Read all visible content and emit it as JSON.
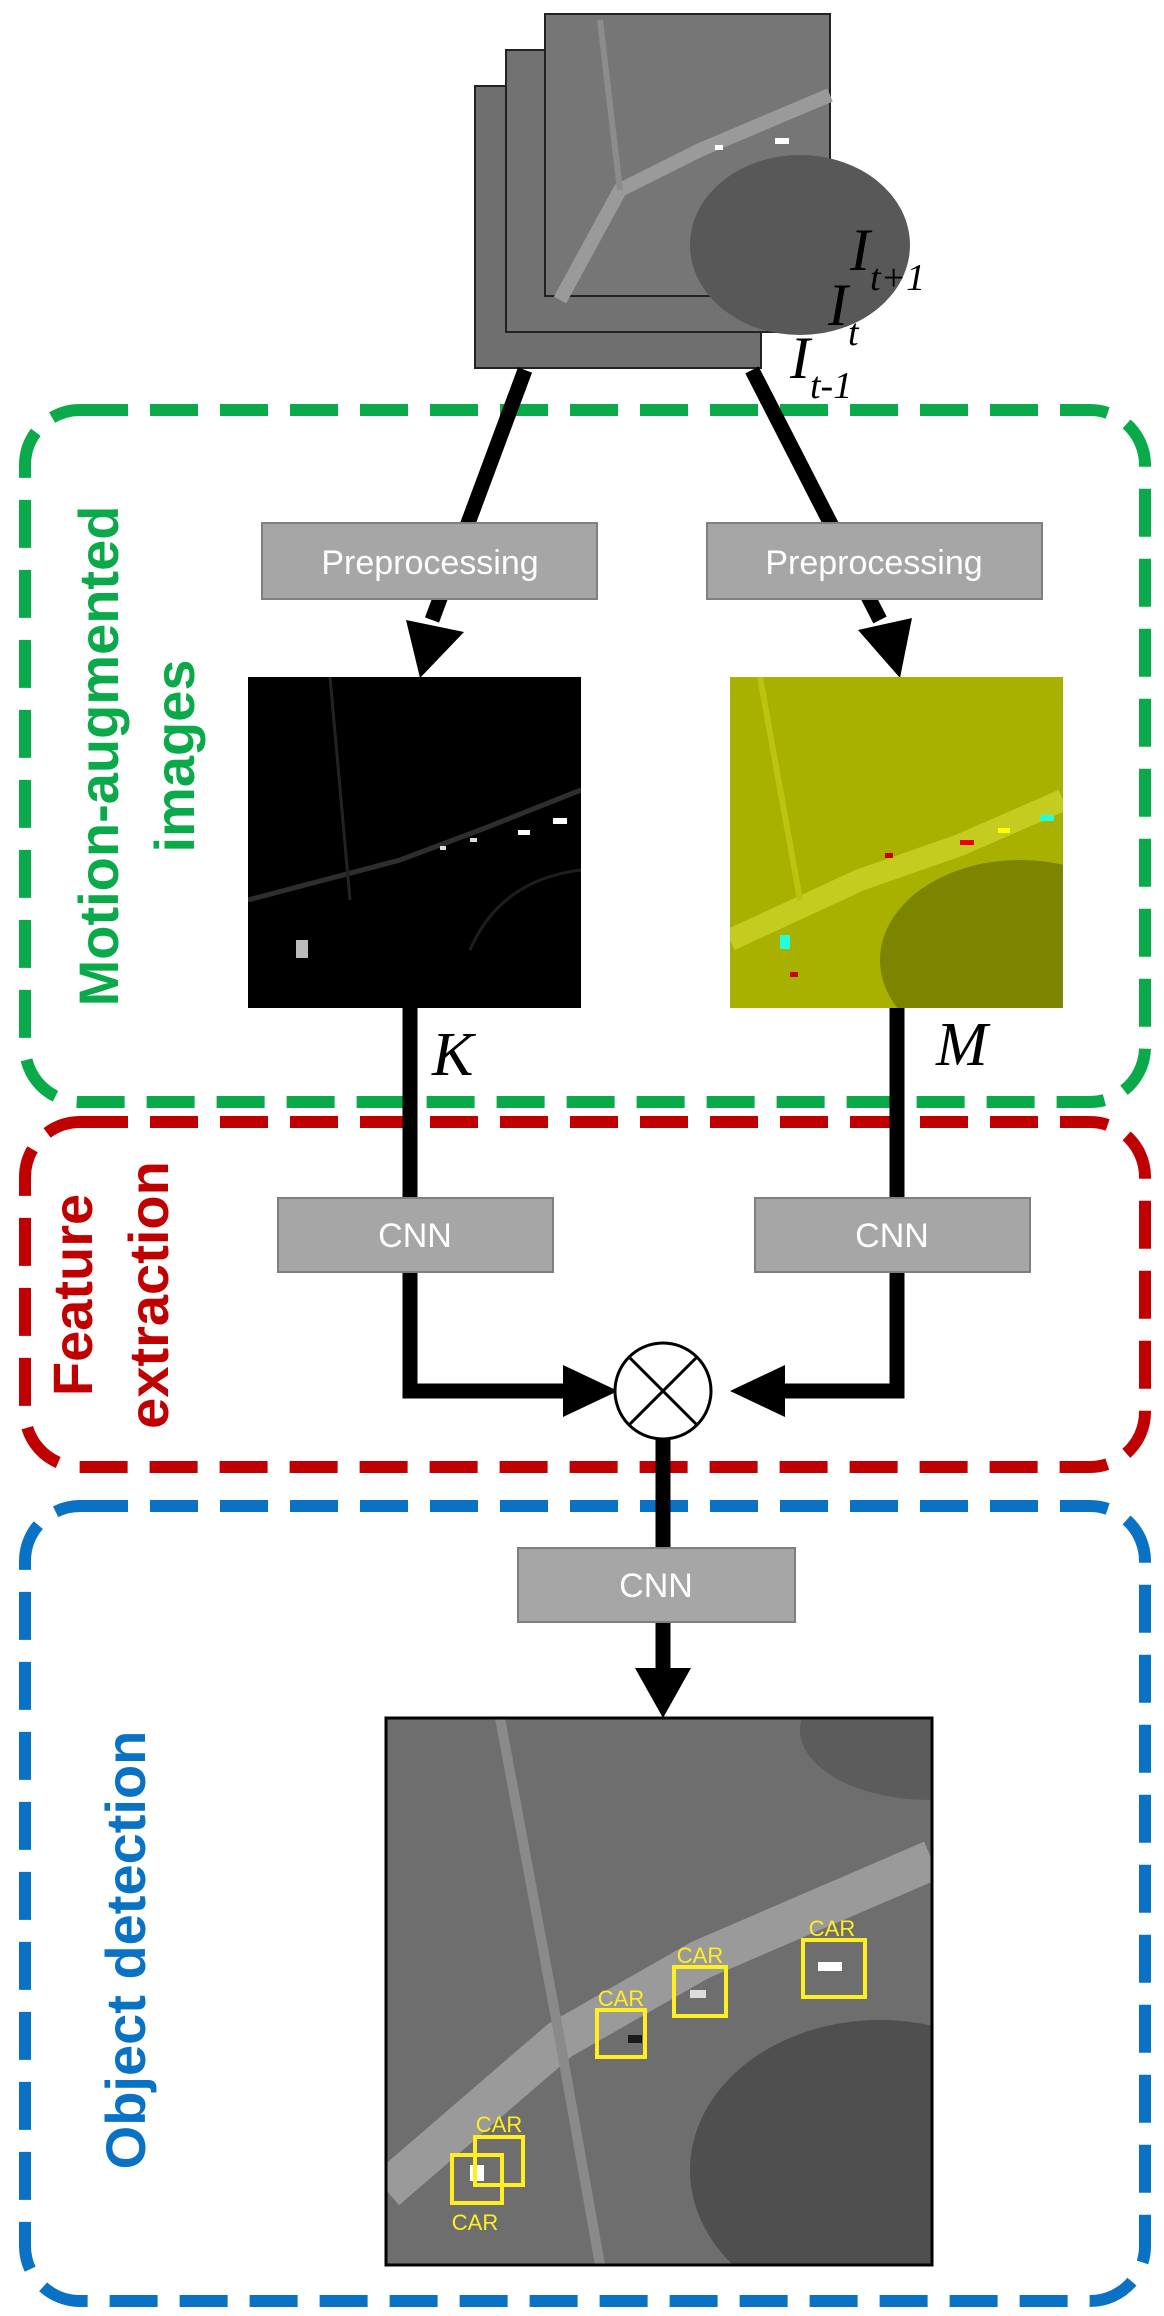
{
  "frames": {
    "labels": [
      {
        "main": "I",
        "sub": "t+1"
      },
      {
        "main": "I",
        "sub": "t"
      },
      {
        "main": "I",
        "sub": "t-1"
      }
    ]
  },
  "regions": {
    "motion": {
      "label_line1": "Motion-augmented",
      "label_line2": "images",
      "color": "#0aaa4a"
    },
    "feature": {
      "label_line1": "Feature",
      "label_line2": "extraction",
      "color": "#c00000"
    },
    "detection": {
      "label_line1": "Object detection",
      "color": "#0a72c4"
    }
  },
  "boxes": {
    "preprocessing_left": "Preprocessing",
    "preprocessing_right": "Preprocessing",
    "cnn_left": "CNN",
    "cnn_right": "CNN",
    "cnn_bottom": "CNN"
  },
  "variables": {
    "k": "K",
    "m": "M"
  },
  "detections": [
    "CAR",
    "CAR",
    "CAR",
    "CAR",
    "CAR"
  ],
  "colors": {
    "box_fill": "#a6a6a6",
    "box_stroke": "#7f7f7f",
    "arrow": "#000000",
    "detection_box": "#ffee22",
    "motion_tint": "#c8d400"
  }
}
